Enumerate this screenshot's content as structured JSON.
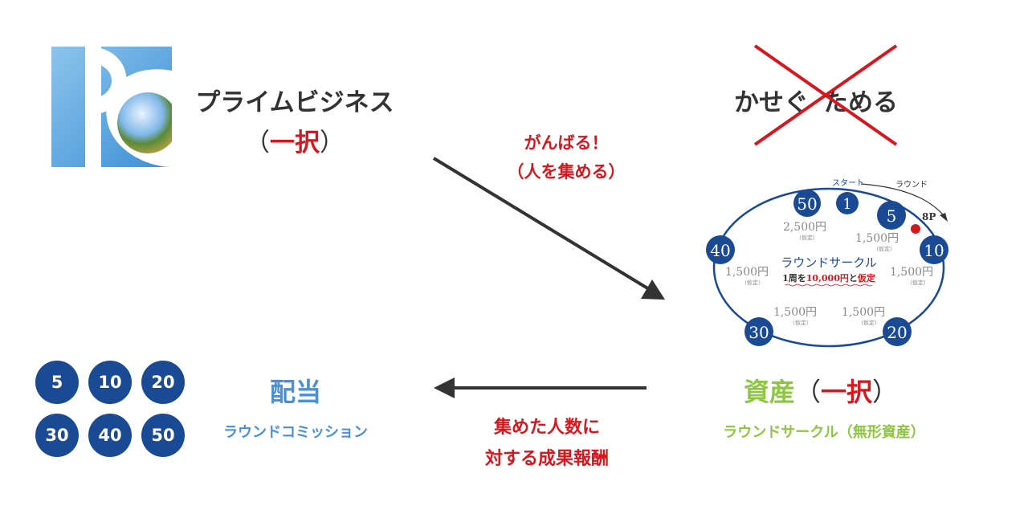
{
  "logo": {
    "text": "PC"
  },
  "prime": {
    "title": "プライムビジネス",
    "paren_open": "（",
    "choice": "一択",
    "paren_close": "）"
  },
  "crossed": {
    "text_left": "かせぐ",
    "text_right": "ためる"
  },
  "effort": {
    "line1": "がんばる！",
    "line2": "（人を集める）"
  },
  "reward": {
    "line1": "集めた人数に",
    "line2": "対する成果報酬"
  },
  "dividend": {
    "title": "配当",
    "subtitle": "ラウンドコミッション",
    "numbers": [
      "5",
      "10",
      "20",
      "30",
      "40",
      "50"
    ]
  },
  "asset": {
    "title": "資産",
    "paren_open": "（",
    "choice": "一択",
    "paren_close": "）",
    "subtitle": "ラウンドサークル（無形資産）"
  },
  "circle": {
    "start": "スタート",
    "round": "ラウンド",
    "points": "8P",
    "title": "ラウンドサークル",
    "note_prefix": "1周を",
    "note_amount": "10,000円",
    "note_mid": "と",
    "note_suffix": "仮定",
    "nodes": [
      "50",
      "1",
      "5",
      "10",
      "20",
      "30",
      "40"
    ],
    "amounts": [
      {
        "value": "2,500円",
        "note": "（仮定）"
      },
      {
        "value": "1,500円",
        "note": "（仮定）"
      },
      {
        "value": "1,500円",
        "note": "（仮定）"
      },
      {
        "value": "1,500円",
        "note": "（仮定）"
      },
      {
        "value": "1,500円",
        "note": "（仮定）"
      },
      {
        "value": "1,500円",
        "note": "（仮定）"
      }
    ]
  },
  "colors": {
    "red": "#d7161e",
    "navy": "#1b4a94",
    "blue": "#4a90d9",
    "green": "#8dc63f"
  }
}
